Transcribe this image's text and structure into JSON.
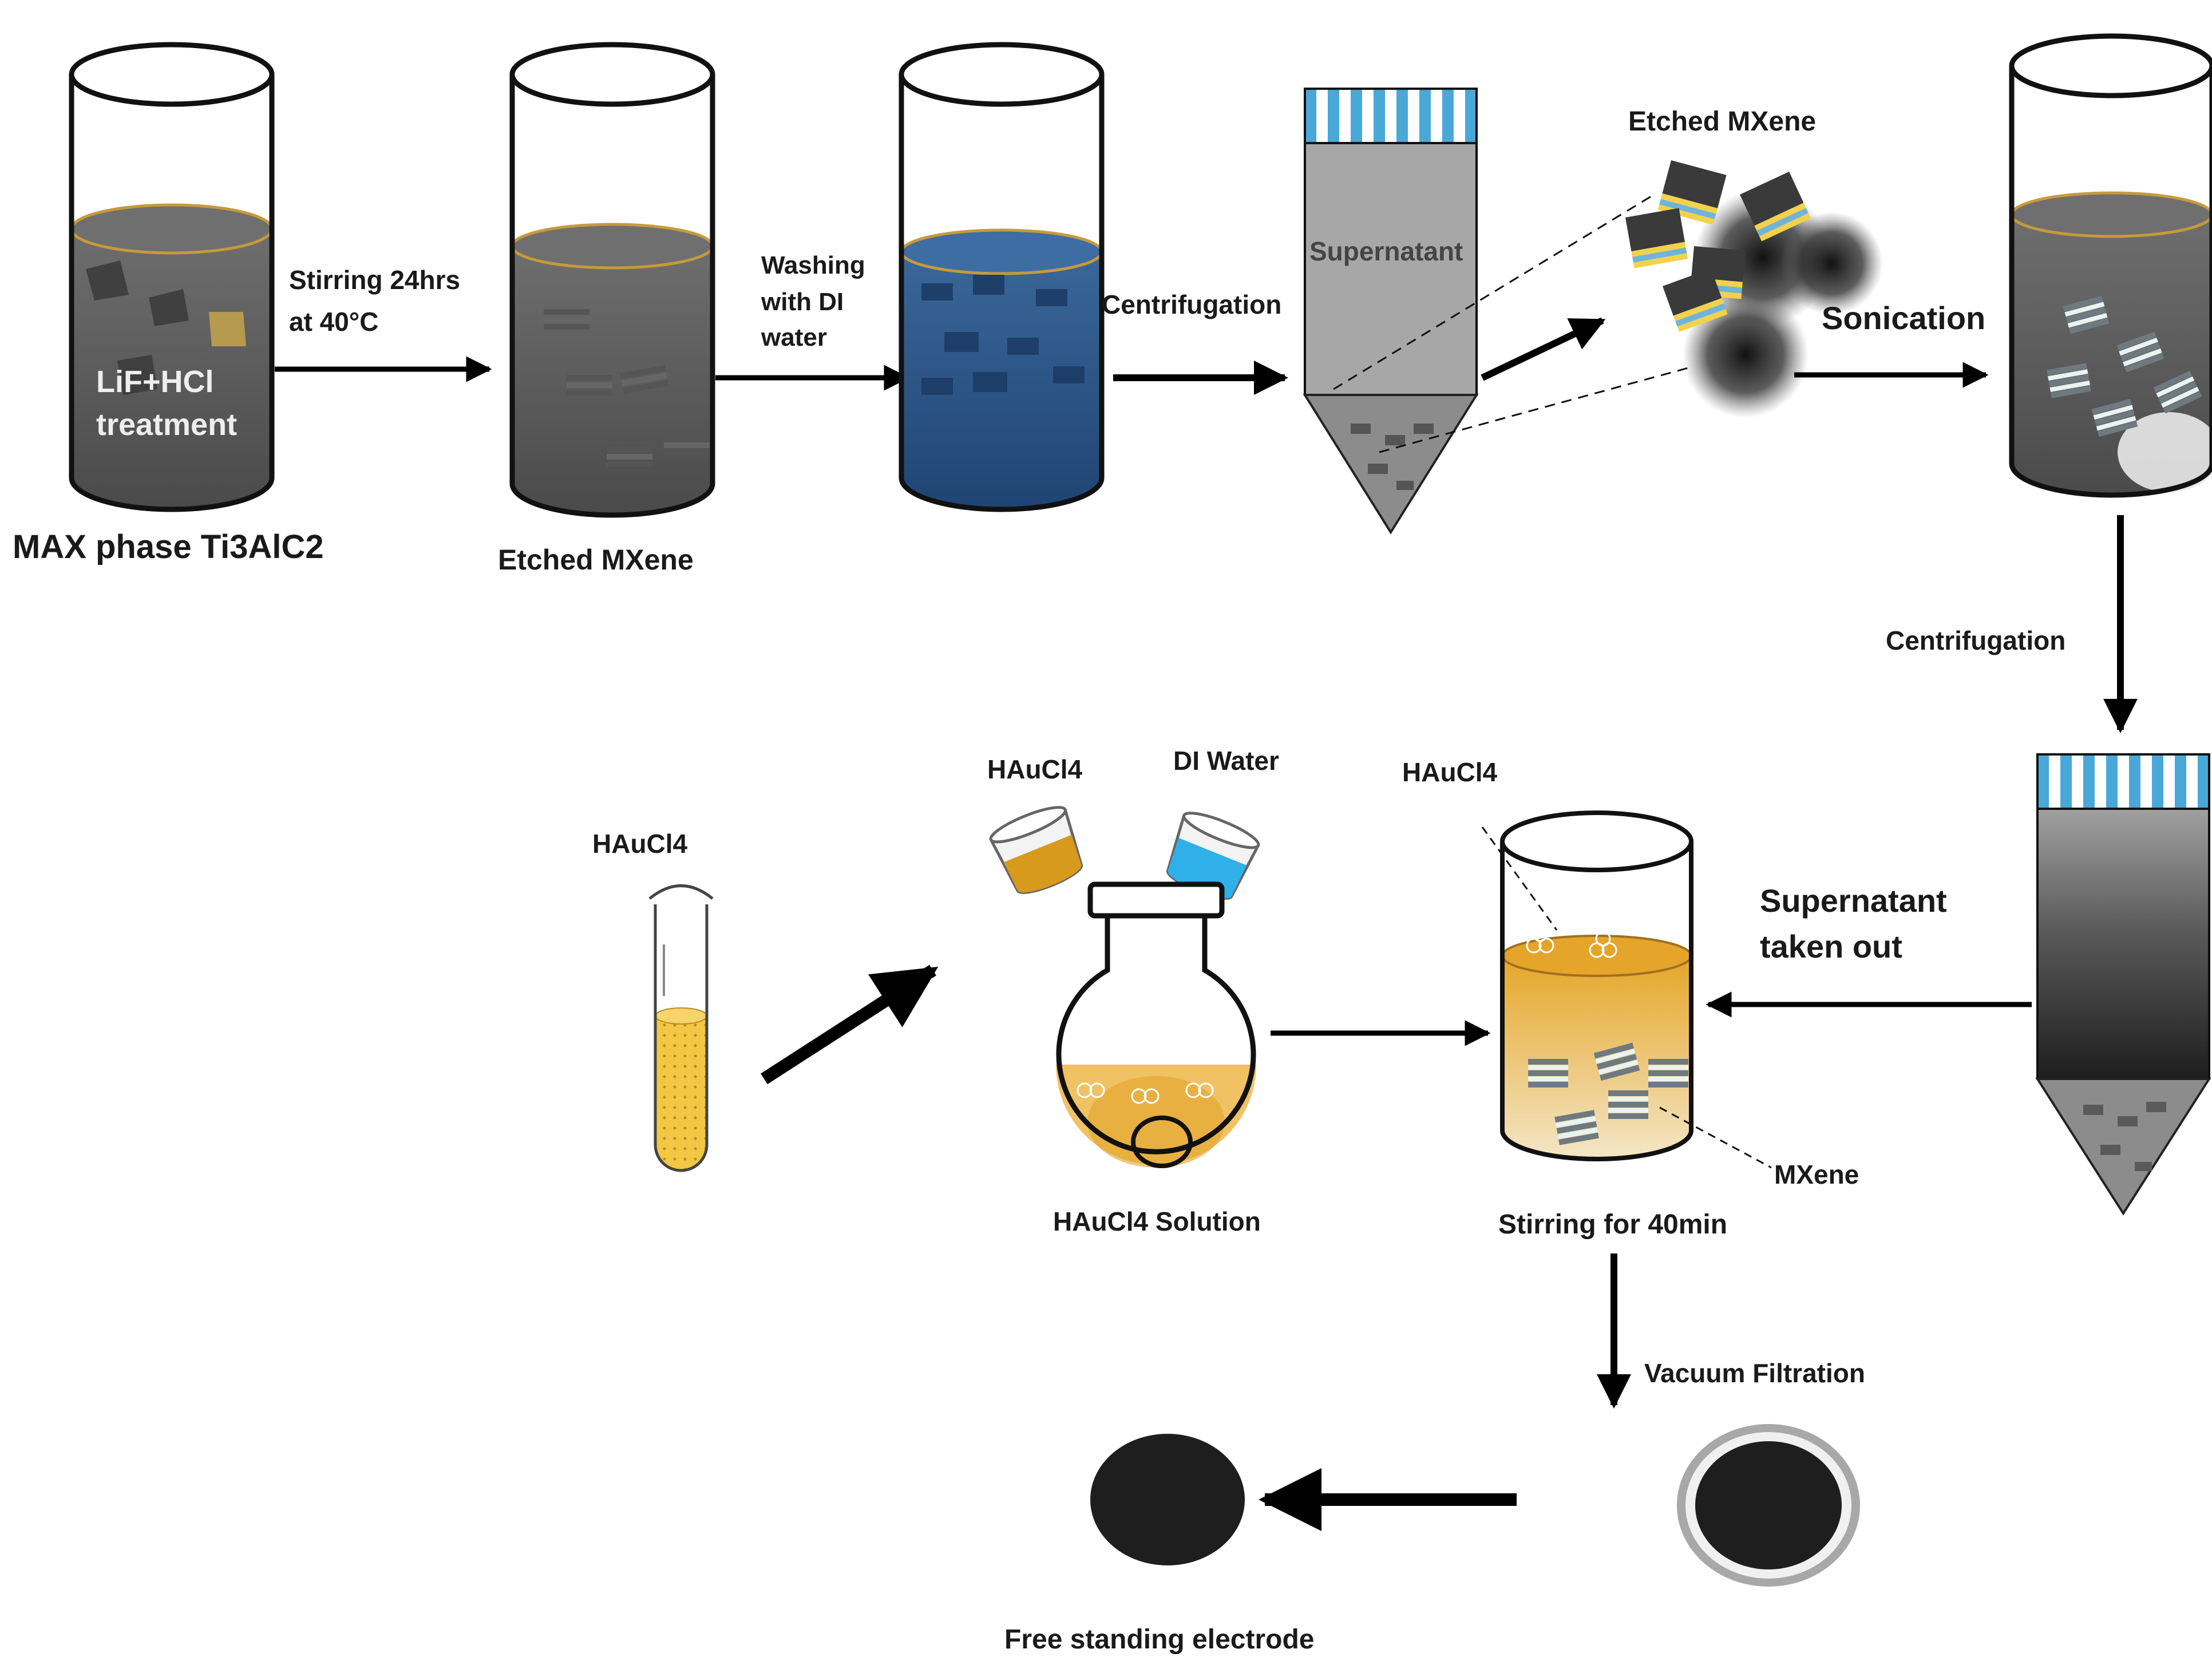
{
  "labels": {
    "max_phase": "MAX phase Ti3AlC2",
    "lif_hcl_line1": "LiF+HCl",
    "lif_hcl_line2": "treatment",
    "stirring_line1": "Stirring 24hrs",
    "stirring_line2": "at 40°C",
    "etched_mxene_1": "Etched MXene",
    "washing_line1": "Washing",
    "washing_line2": "with DI",
    "washing_line3": "water",
    "centrifugation_1": "Centrifugation",
    "supernatant": "Supernatant",
    "etched_mxene_2": "Etched MXene",
    "sonication": "Sonication",
    "centrifugation_2": "Centrifugation",
    "supernatant_taken_line1": "Supernatant",
    "supernatant_taken_line2": "taken out",
    "haucl4_tube": "HAuCl4",
    "haucl4_beaker": "HAuCl4",
    "di_water": "DI Water",
    "haucl4_solution": "HAuCl4 Solution",
    "haucl4_mix": "HAuCl4",
    "mxene": "MXene",
    "stirring_40": "Stirring for 40min",
    "vacuum_filtration": "Vacuum Filtration",
    "free_standing": "Free standing electrode"
  },
  "colors": {
    "dark_solution": "#5e5e5e",
    "blue_solution": "#2f5a8c",
    "gold_solution": "#d89a1c",
    "cap_blue": "#4aa8d8",
    "electrode": "#1e1e1e",
    "filter_ring": "#a8a8a8"
  }
}
